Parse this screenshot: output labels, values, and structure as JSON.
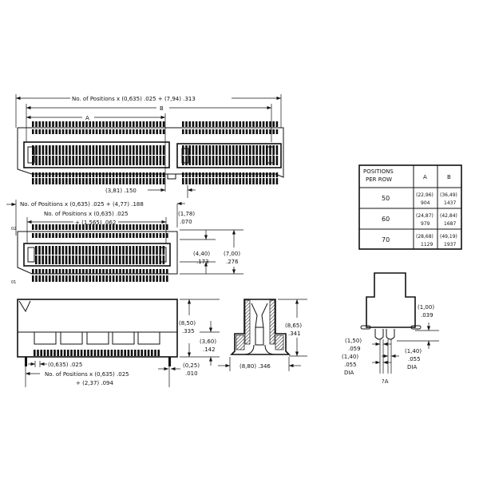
{
  "top_view": {
    "overall_dim": "No. of Positions x (0,635) .025 + (7,94) .313",
    "b_label": "B",
    "a_label": "A",
    "gap_dim": "(3,81) .150"
  },
  "end_view": {
    "overall_dim": "No. of Positions x (0,635) .025 + (4,77) .188",
    "inner_dim_line1": "No. of Positions x (0,635) .025",
    "inner_dim_line2": "+ (1,565) .062",
    "pin_label_02": "02",
    "pin_label_01": "01",
    "dim_178": [
      "(1,78)",
      ".070"
    ],
    "dim_440": [
      "(4,40)",
      ".173"
    ],
    "dim_700": [
      "(7,00)",
      ".276"
    ]
  },
  "front_view": {
    "pitch_dim": "(0,635) .025",
    "length_dim_line1": "No. of Positions x (0,635) .025",
    "length_dim_line2": "+ (2,37) .094",
    "dim_850": [
      "(8,50)",
      ".335"
    ],
    "dim_360": [
      "(3,60)",
      ".142"
    ],
    "dim_025": [
      "(0,25)",
      ".010"
    ]
  },
  "side_view": {
    "dim_865": [
      "(8,65)",
      ".341"
    ],
    "dim_880": "(8,80) .346"
  },
  "detail_view": {
    "dim_100": [
      "(1,00)",
      ".039"
    ],
    "dim_150": [
      "(1,50)",
      ".059"
    ],
    "dim_140_left": [
      "(1,40)",
      ".055",
      "DIA"
    ],
    "dim_140_right": [
      "(1,40)",
      ".055",
      "DIA"
    ],
    "label": "?A"
  },
  "table": {
    "header": [
      "POSITIONS",
      "PER ROW",
      "A",
      "B"
    ],
    "rows": [
      {
        "positions": "50",
        "a_mm": "(22,96)",
        "a_in": "904",
        "b_mm": "(36,49)",
        "b_in": "1437"
      },
      {
        "positions": "60",
        "a_mm": "(24,87)",
        "a_in": "979",
        "b_mm": "(42,84)",
        "b_in": "1687"
      },
      {
        "positions": "70",
        "a_mm": "(28,68)",
        "a_in": "1129",
        "b_mm": "(49,19)",
        "b_in": "1937"
      }
    ]
  }
}
